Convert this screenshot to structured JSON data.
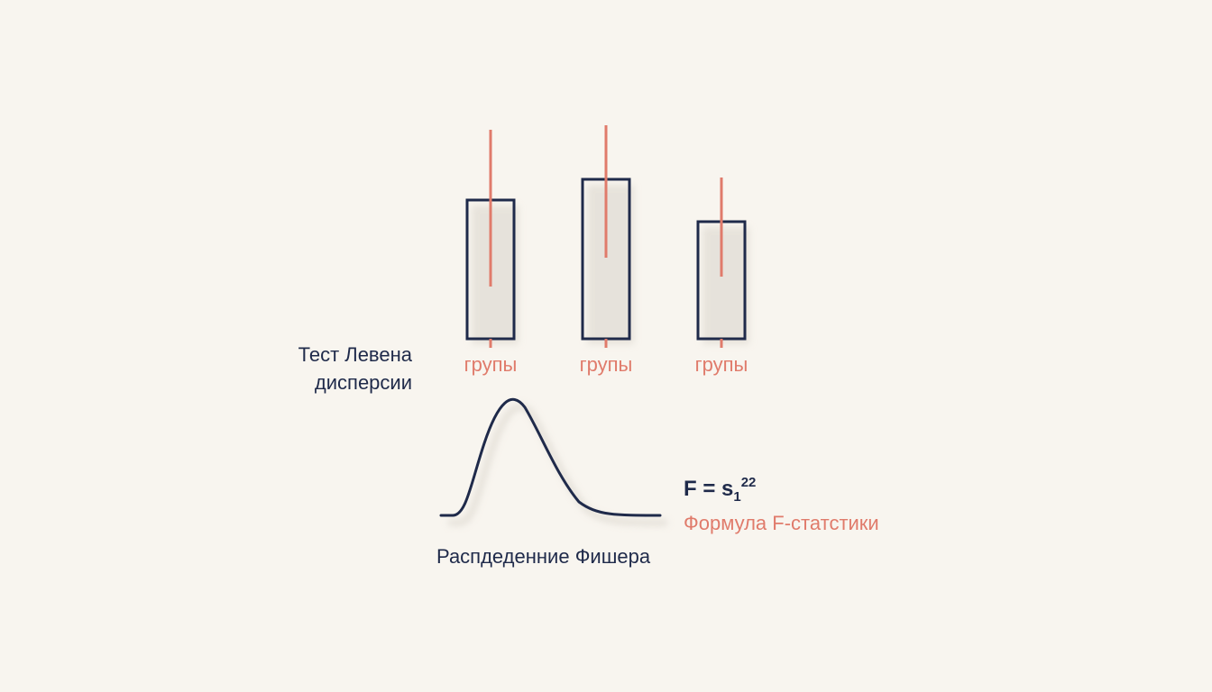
{
  "colors": {
    "background": "#f8f5ef",
    "navy": "#1f2a4a",
    "coral": "#e07b6b"
  },
  "title": {
    "line1": "Тест Левена",
    "line2": "дисперсии"
  },
  "groups": [
    {
      "label": "групы"
    },
    {
      "label": "групы"
    },
    {
      "label": "групы"
    }
  ],
  "distribution": {
    "caption": "Распдеденние Фишера"
  },
  "formula": {
    "lhs": "F = s",
    "sub": "1",
    "sup": "2",
    "sup2": "2",
    "caption": "Формула F-статстики"
  }
}
